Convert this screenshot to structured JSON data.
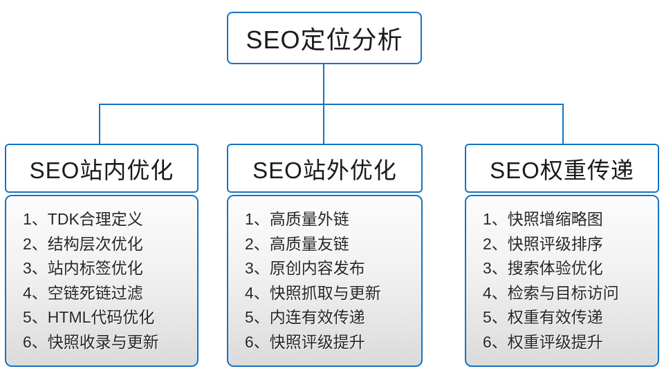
{
  "diagram": {
    "root": {
      "label": "SEO定位分析"
    },
    "columns": [
      {
        "header": "SEO站内优化",
        "items": [
          "1、TDK合理定义",
          "2、结构层次优化",
          "3、站内标签优化",
          "4、空链死链过滤",
          "5、HTML代码优化",
          "6、快照收录与更新"
        ]
      },
      {
        "header": "SEO站外优化",
        "items": [
          "1、高质量外链",
          "2、高质量友链",
          "3、原创内容发布",
          "4、快照抓取与更新",
          "5、内连有效传递",
          "6、快照评级提升"
        ]
      },
      {
        "header": "SEO权重传递",
        "items": [
          "1、快照增缩略图",
          "2、快照评级排序",
          "3、搜索体验优化",
          "4、检索与目标访问",
          "5、权重有效传递",
          "6、权重评级提升"
        ]
      }
    ],
    "colors": {
      "accent_blue": "#1373c4",
      "list_gradient_top": "#fcfcfc",
      "list_gradient_bottom": "#dbdbdb",
      "text": "#1a1a1a"
    }
  }
}
